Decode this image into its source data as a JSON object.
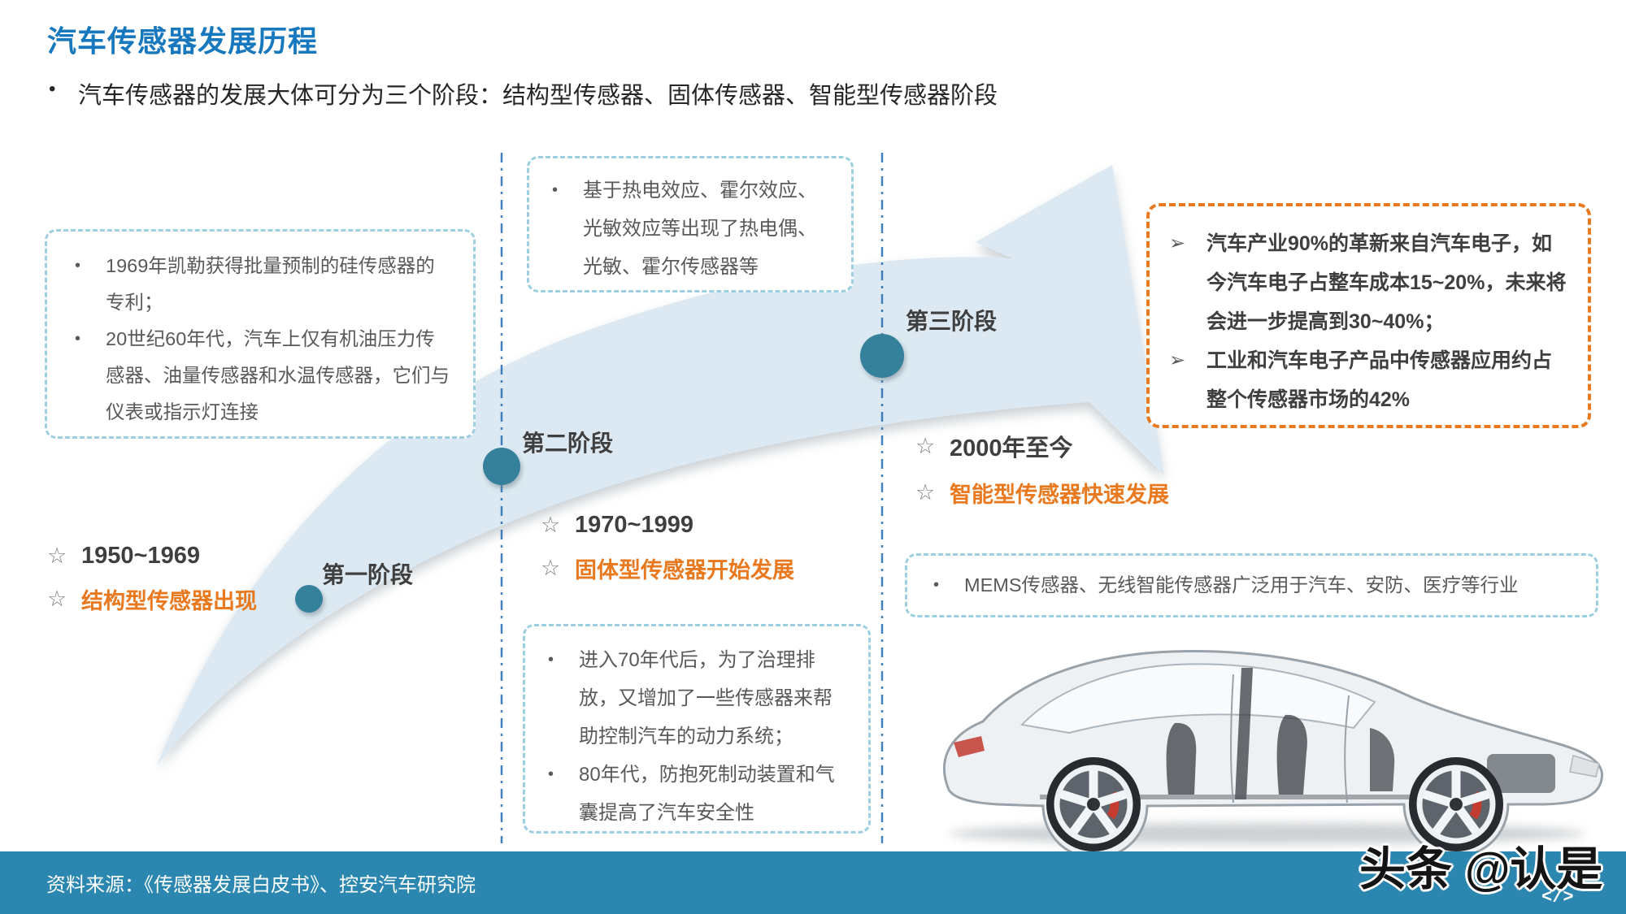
{
  "slide": {
    "title": "汽车传感器发展历程",
    "subtitle": "汽车传感器的发展大体可分为三个阶段：结构型传感器、固体传感器、智能型传感器阶段"
  },
  "glyphs": {
    "bullet": "•",
    "star": "☆",
    "pointer": "➢",
    "code_mark": "</>"
  },
  "colors": {
    "title_blue": "#1878BE",
    "accent_orange": "#E8791E",
    "band_blue": "#DCE9F2",
    "node_teal": "#35809B",
    "footer_bar": "#2B87B0",
    "box_border_blue": "#9CCFE0",
    "box_border_orange": "#E8791E",
    "guide_line_blue": "#2E74B5"
  },
  "stages": [
    {
      "label": "第一阶段",
      "period": "1950~1969",
      "highlight": "结构型传感器出现"
    },
    {
      "label": "第二阶段",
      "period": "1970~1999",
      "highlight": "固体型传感器开始发展"
    },
    {
      "label": "第三阶段",
      "period": "2000年至今",
      "highlight": "智能型传感器快速发展"
    }
  ],
  "boxes": {
    "stage1_notes": {
      "items": [
        "1969年凯勒获得批量预制的硅传感器的专利；",
        "20世纪60年代，汽车上仅有机油压力传感器、油量传感器和水温传感器，它们与仪表或指示灯连接"
      ]
    },
    "stage2_principles": {
      "items": [
        "基于热电效应、霍尔效应、光敏效应等出现了热电偶、光敏、霍尔传感器等"
      ]
    },
    "stage2_notes": {
      "items": [
        "进入70年代后，为了治理排放，又增加了一些传感器来帮助控制汽车的动力系统；",
        "80年代，防抱死制动装置和气囊提高了汽车安全性"
      ]
    },
    "stage3_stats": {
      "items": [
        "汽车产业90%的革新来自汽车电子，如今汽车电子占整车成本15~20%，未来将会进一步提高到30~40%；",
        "工业和汽车电子产品中传感器应用约占整个传感器市场的42%"
      ]
    },
    "stage3_apps": {
      "items": [
        "MEMS传感器、无线智能传感器广泛用于汽车、安防、医疗等行业"
      ]
    }
  },
  "footer": {
    "source": "资料来源：《传感器发展白皮书》、控安汽车研究院"
  },
  "watermark": {
    "name": "头条 @认是"
  }
}
